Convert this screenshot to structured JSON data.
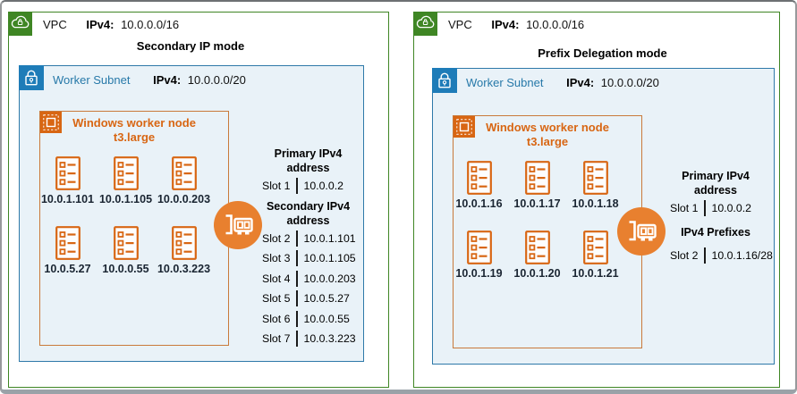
{
  "colors": {
    "vpc_green": "#3F8624",
    "subnet_blue": "#147EBA",
    "subnet_fill": "#E9F2F8",
    "node_orange": "#D86613",
    "node_border_orange": "#C97A3B",
    "eni_orange": "#E8802F",
    "ip_text": "#1A2532"
  },
  "icons": {
    "vpc": "cloud-lock-icon",
    "subnet": "lock-icon",
    "node": "chip-icon",
    "ip_list": "list-icon",
    "eni": "network-card-icon"
  },
  "panels": [
    {
      "vpc": {
        "label": "VPC",
        "ip_key": "IPv4:",
        "ip_value": "10.0.0.0/16"
      },
      "title": "Secondary IP mode",
      "subnet": {
        "label": "Worker Subnet",
        "ip_key": "IPv4:",
        "ip_value": "10.0.0.0/20"
      },
      "node": {
        "title": "Windows worker node",
        "instance_type": "t3.large",
        "ips": [
          "10.0.1.101",
          "10.0.1.105",
          "10.0.0.203",
          "10.0.5.27",
          "10.0.0.55",
          "10.0.3.223"
        ]
      },
      "slots": {
        "primary_heading": "Primary IPv4 address",
        "primary_rows": [
          {
            "slot": "Slot 1",
            "value": "10.0.0.2"
          }
        ],
        "secondary_heading": "Secondary IPv4 address",
        "secondary_rows": [
          {
            "slot": "Slot 2",
            "value": "10.0.1.101"
          },
          {
            "slot": "Slot 3",
            "value": "10.0.1.105"
          },
          {
            "slot": "Slot 4",
            "value": "10.0.0.203"
          },
          {
            "slot": "Slot 5",
            "value": "10.0.5.27"
          },
          {
            "slot": "Slot 6",
            "value": "10.0.0.55"
          },
          {
            "slot": "Slot 7",
            "value": "10.0.3.223"
          }
        ]
      }
    },
    {
      "vpc": {
        "label": "VPC",
        "ip_key": "IPv4:",
        "ip_value": "10.0.0.0/16"
      },
      "title": "Prefix Delegation mode",
      "subnet": {
        "label": "Worker Subnet",
        "ip_key": "IPv4:",
        "ip_value": "10.0.0.0/20"
      },
      "node": {
        "title": "Windows worker node",
        "instance_type": "t3.large",
        "ips": [
          "10.0.1.16",
          "10.0.1.17",
          "10.0.1.18",
          "10.0.1.19",
          "10.0.1.20",
          "10.0.1.21"
        ]
      },
      "slots": {
        "primary_heading": "Primary IPv4 address",
        "primary_rows": [
          {
            "slot": "Slot 1",
            "value": "10.0.0.2"
          }
        ],
        "secondary_heading": "IPv4 Prefixes",
        "secondary_rows": [
          {
            "slot": "Slot 2",
            "value": "10.0.1.16/28"
          }
        ]
      }
    }
  ]
}
